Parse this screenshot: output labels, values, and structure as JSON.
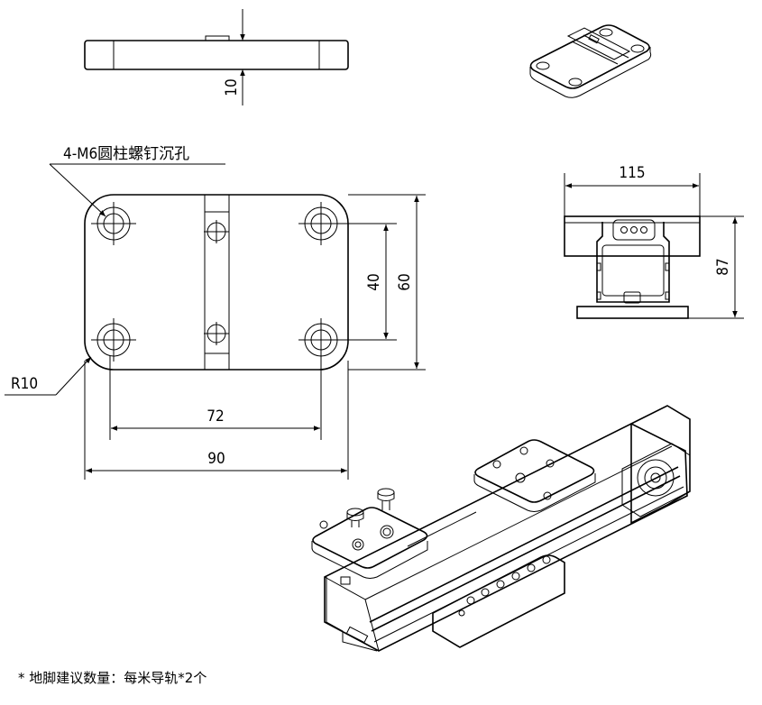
{
  "labels": {
    "dim_10": "10",
    "hole_note": "4-M6圆柱螺钉沉孔",
    "dim_40": "40",
    "dim_60": "60",
    "radius": "R10",
    "dim_72": "72",
    "dim_90": "90",
    "dim_115": "115",
    "dim_87": "87",
    "footnote": "* 地脚建议数量：每米导轨*2个"
  }
}
